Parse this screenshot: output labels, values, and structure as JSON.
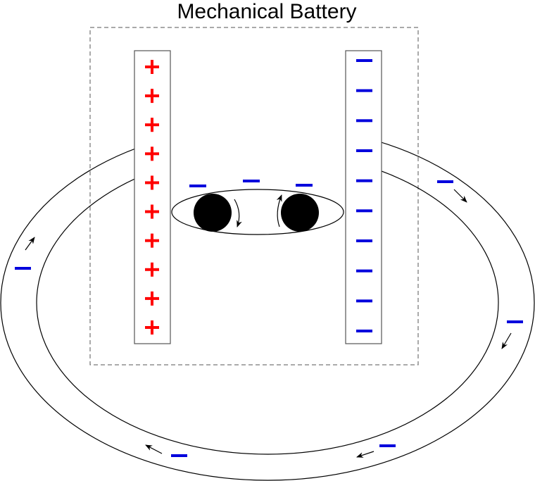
{
  "title": "Mechanical Battery",
  "colors": {
    "positive": "#ff0000",
    "negative": "#0000dd",
    "line": "#000000",
    "border": "#555555"
  },
  "left_plate": {
    "charge_symbol": "+",
    "charge_count": 10
  },
  "right_plate": {
    "charge_symbol": "—",
    "charge_count": 10
  },
  "belt": {
    "charge_symbol": "—",
    "charge_count": 3,
    "rollers": 2
  },
  "wire": {
    "charge_symbol": "—",
    "charge_count": 5,
    "arrow_count": 5
  }
}
